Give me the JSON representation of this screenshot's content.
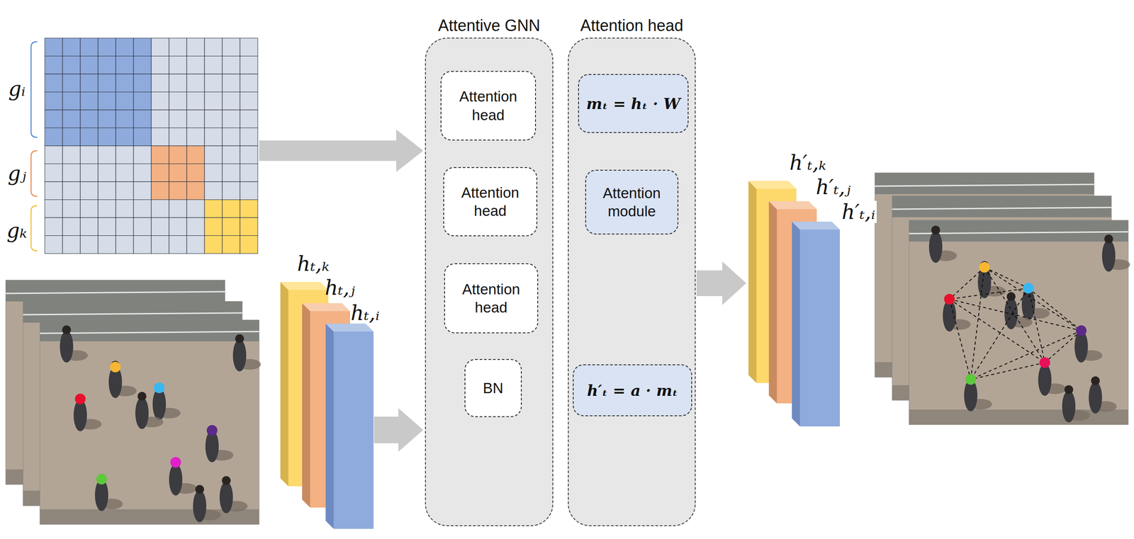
{
  "diagram": {
    "nodes": [
      {
        "text": [
          "Attentive GNN"
        ]
      },
      {
        "text": [
          "Attention head"
        ],
        "in": 0
      },
      {
        "text": [
          "Attention head"
        ],
        "in": 0
      },
      {
        "text": [
          "Attention head"
        ],
        "in": 0
      },
      {
        "text": [
          "BN"
        ],
        "in": 0
      },
      {
        "text": [
          "Attention head"
        ]
      },
      {
        "text": [
          "mₜ = hₜ · W"
        ],
        "in": 5
      },
      {
        "text": [
          "Attention module"
        ],
        "in": 5
      },
      {
        "text": [
          "h′ₜ = a · mₜ"
        ],
        "in": 5
      }
    ],
    "labels": [
      "gᵢ",
      "gⱼ",
      "gₖ",
      "hₜ,ₖ",
      "hₜ,ⱼ",
      "hₜ,ᵢ",
      "h′ₜ,ₖ",
      "h′ₜ,ⱼ",
      "h′ₜ,ᵢ"
    ]
  }
}
